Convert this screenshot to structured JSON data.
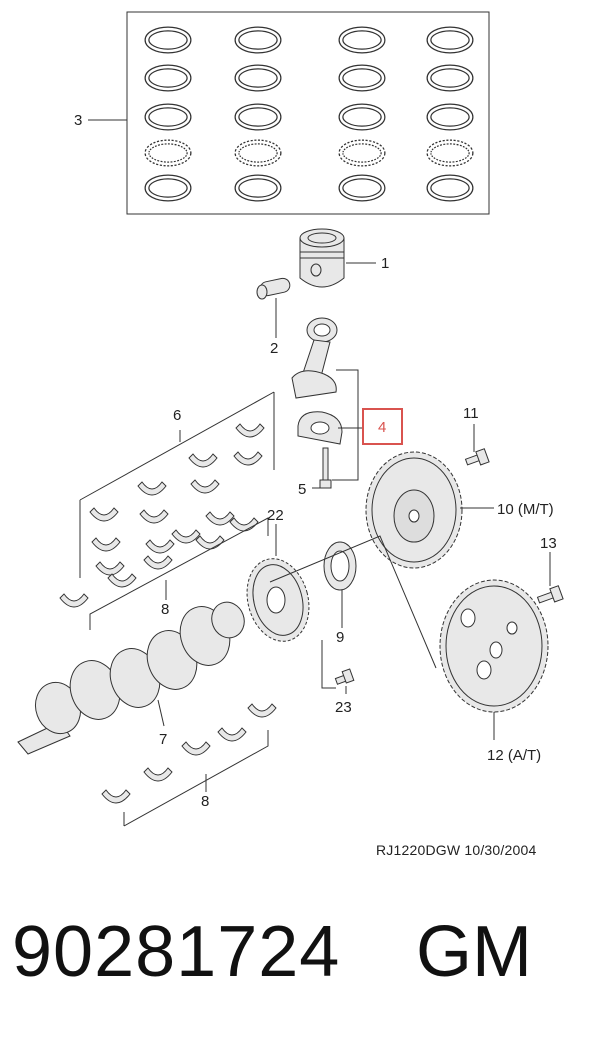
{
  "callouts": {
    "c1": "1",
    "c2": "2",
    "c3": "3",
    "c4": "4",
    "c5": "5",
    "c6": "6",
    "c7": "7",
    "c8a": "8",
    "c8b": "8",
    "c9": "9",
    "c10": "10 (M/T)",
    "c11": "11",
    "c12": "12 (A/T)",
    "c13": "13",
    "c22": "22",
    "c23": "23"
  },
  "highlight_color": "#d9534f",
  "footer": {
    "drawing_code": "RJ1220DGW  10/30/2004"
  },
  "product": {
    "part_number": "90281724",
    "brand": "GM"
  }
}
